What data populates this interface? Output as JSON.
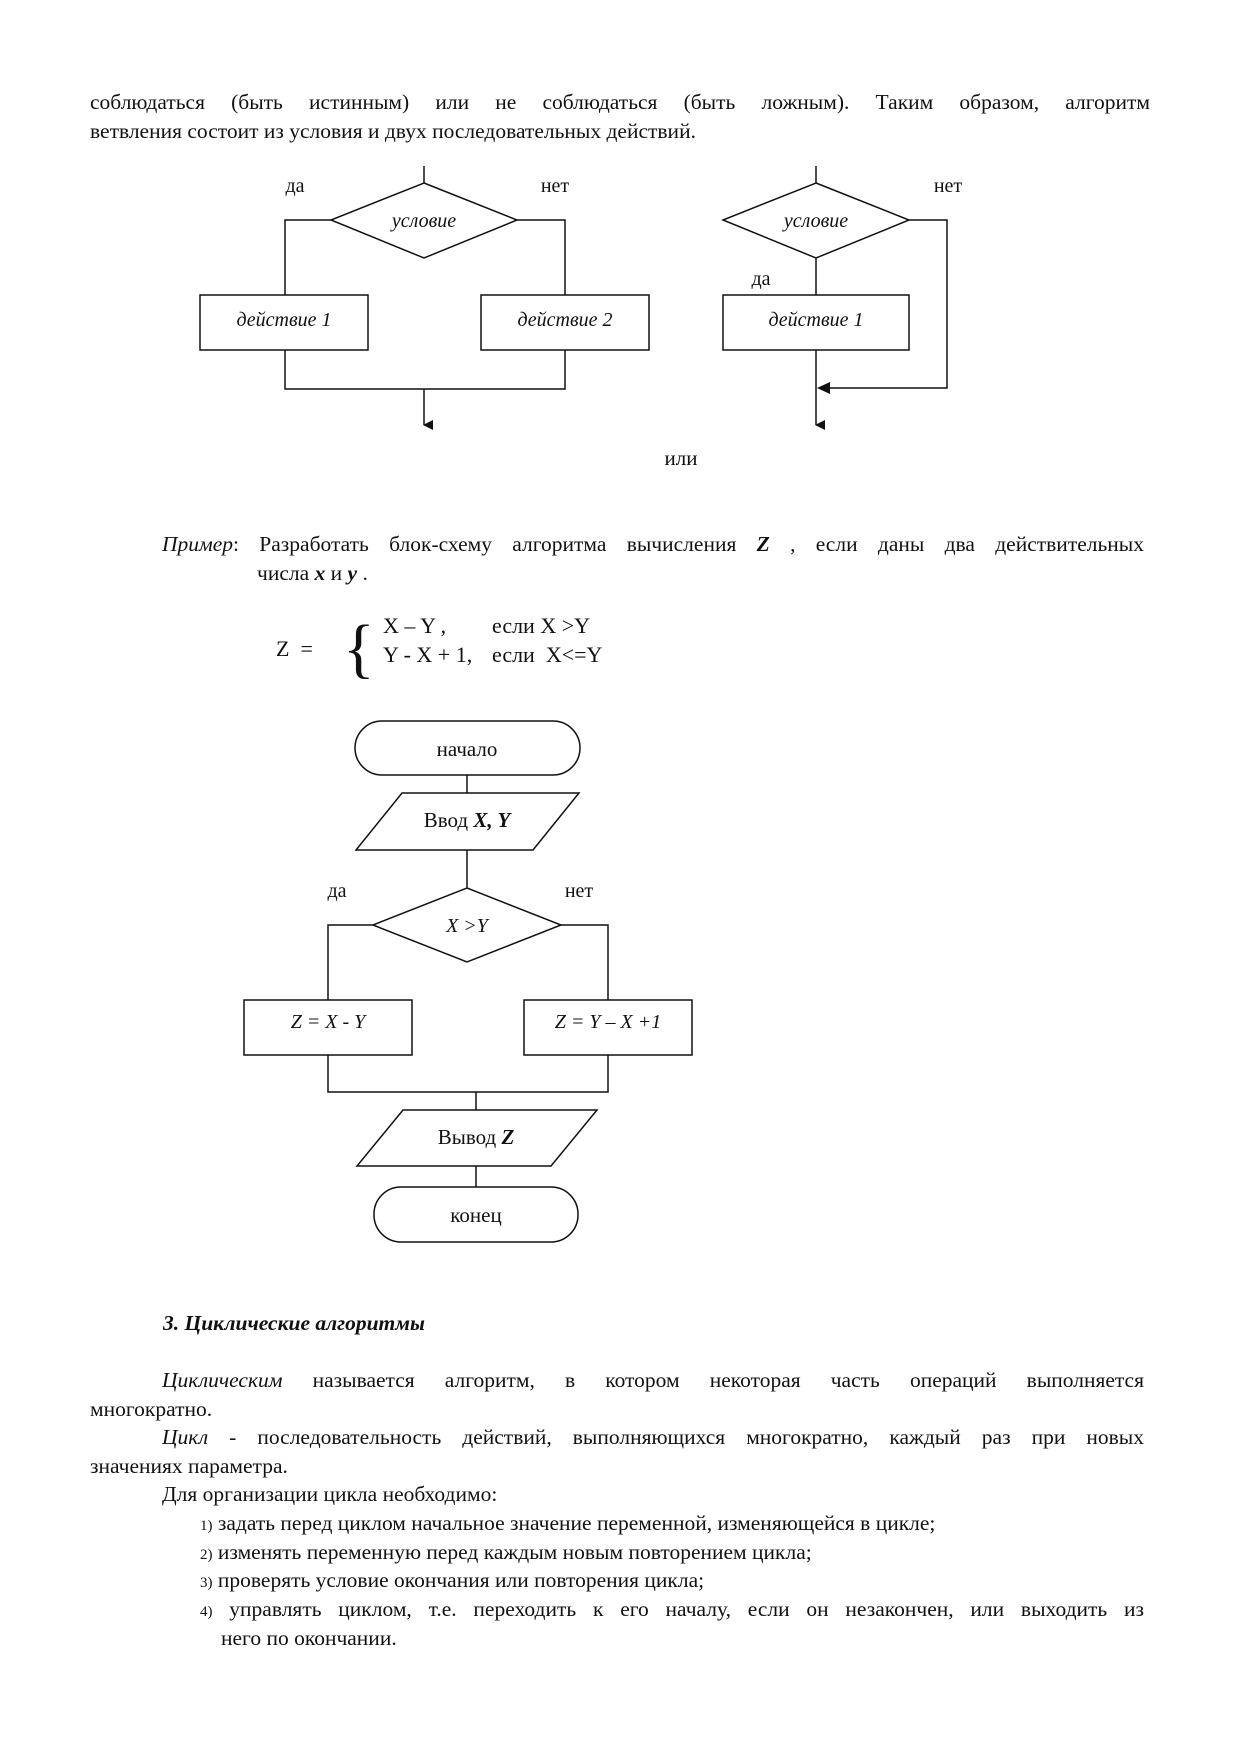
{
  "intro": {
    "line1": "соблюдаться (быть истинным) или не соблюдаться (быть ложным). Таким образом, алгоритм",
    "line2": "ветвления состоит из условия и двух последовательных действий."
  },
  "branch_diagrams": {
    "full": {
      "yes": "да",
      "no": "нет",
      "condition": "условие",
      "action1": "действие 1",
      "action2": "действие 2"
    },
    "short": {
      "no": "нет",
      "yes": "да",
      "condition": "условие",
      "action1": "действие 1"
    },
    "or_label": "или"
  },
  "example": {
    "label": "Пример",
    "text1": ": Разработать блок-схему алгоритма вычисления ",
    "var_z": "Z",
    "text2": " , если даны два действительных",
    "text3": "числа ",
    "var_x": "x",
    "text4": " и ",
    "var_y": "y",
    "text5": " .",
    "formula": {
      "lhs": "Z  =",
      "brace": "{",
      "case1_expr": "X – Y ,",
      "case1_cond": "если X >Y",
      "case2_expr": "Y - X + 1,",
      "case2_cond": "если  X<=Y"
    }
  },
  "flowchart": {
    "start": "начало",
    "input_text": "Ввод ",
    "input_vars": "X, Y",
    "yes": "да",
    "no": "нет",
    "condition": "X >Y",
    "action_yes": "Z = X - Y",
    "action_no": "Z = Y – X +1",
    "output_text": "Вывод ",
    "output_var": "Z",
    "end": "конец"
  },
  "section": {
    "heading": "3. Циклические алгоритмы",
    "def1_term": "Циклическим",
    "def1_text": "  называется алгоритм, в котором некоторая часть операций выполняется",
    "def1_cont": "многократно.",
    "def2_term": "Цикл",
    "def2_text": " -  последовательность действий, выполняющихся многократно, каждый раз при новых",
    "def2_cont": "значениях параметра.",
    "list_intro": "Для организации цикла необходимо:",
    "items": [
      {
        "num": "1)",
        "text": "задать перед циклом начальное значение переменной, изменяющейся в цикле;"
      },
      {
        "num": "2)",
        "text": "изменять переменную перед каждым новым повторением цикла;"
      },
      {
        "num": "3)",
        "text": "проверять условие окончания или повторения цикла;"
      },
      {
        "num": "4)",
        "text": "управлять циклом, т.е. переходить к его началу, если он незакончен, или выходить из"
      }
    ],
    "item4_cont": "него по окончании."
  }
}
